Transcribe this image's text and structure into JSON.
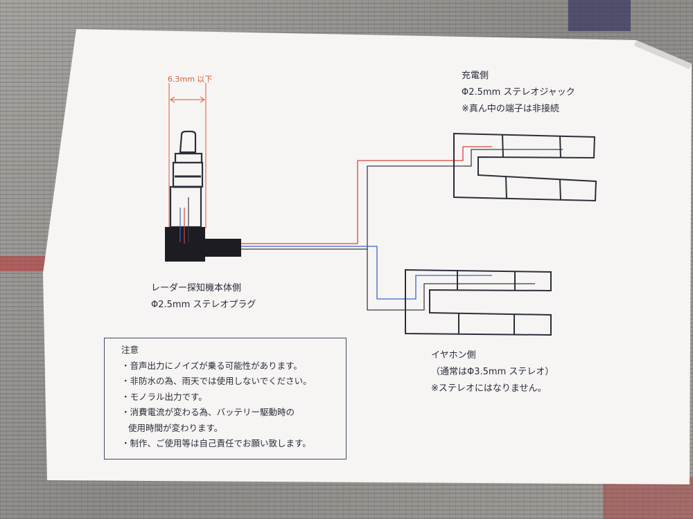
{
  "plug": {
    "dimension": "6.3mm 以下",
    "title_line1": "レーダー探知機本体側",
    "title_line2": "Φ2.5mm ステレオプラグ"
  },
  "charging_side": {
    "title": "充電側",
    "line1": "Φ2.5mm ステレオジャック",
    "line2": "※真ん中の端子は非接続"
  },
  "earphone_side": {
    "title": "イヤホン側",
    "line1": "（通常はΦ3.5mm ステレオ）",
    "line2": "※ステレオにはなりません。"
  },
  "notes": {
    "heading": "注意",
    "items": [
      "・音声出力にノイズが乗る可能性があります。",
      "・非防水の為、雨天では使用しないでください。",
      "・モノラル出力です。",
      "・消費電流が変わる為、バッテリー駆動時の",
      "使用時間が変わります。",
      "・制作、ご使用等は自己責任でお願い致します。"
    ]
  },
  "colors": {
    "wire_red": "#d8433f",
    "wire_blue": "#3e63c8",
    "wire_black": "#3a3a46",
    "dimension": "#e07050",
    "ink": "#2a2a3a"
  }
}
